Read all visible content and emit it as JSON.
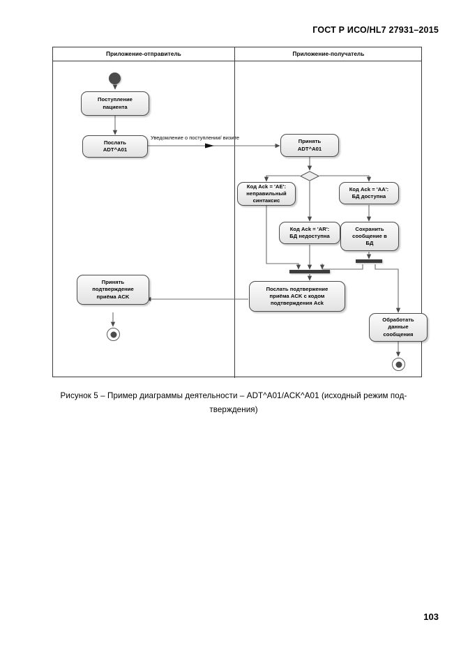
{
  "document": {
    "header": "ГОСТ Р ИСО/HL7 27931–2015",
    "page_number": "103"
  },
  "caption": {
    "line1": "Рисунок 5 – Пример диаграммы деятельности – ADT^A01/ACK^A01  (исходный режим под-",
    "line2": "тверждения)"
  },
  "diagram": {
    "type": "uml-activity-diagram",
    "lanes": [
      {
        "id": "sender",
        "title": "Приложение-отправитель"
      },
      {
        "id": "receiver",
        "title": "Приложение-получатель"
      }
    ],
    "flow_labels": [
      {
        "id": "notification",
        "text": "Уведомление о поступлении/ визите"
      }
    ],
    "nodes": [
      {
        "id": "start",
        "lane": "sender",
        "kind": "initial",
        "label": ""
      },
      {
        "id": "admit",
        "lane": "sender",
        "kind": "action",
        "lines": [
          "Поступление",
          "пациента"
        ]
      },
      {
        "id": "send-adt",
        "lane": "sender",
        "kind": "action",
        "lines": [
          "Послать",
          "ADT^A01"
        ]
      },
      {
        "id": "receive-adt",
        "lane": "receiver",
        "kind": "action",
        "lines": [
          "Принять",
          "ADT^A01"
        ]
      },
      {
        "id": "decision",
        "lane": "receiver",
        "kind": "decision",
        "label": ""
      },
      {
        "id": "ack-ae",
        "lane": "receiver",
        "kind": "action",
        "lines": [
          "Код Ack = 'AE':",
          "неправильный",
          "синтаксис"
        ]
      },
      {
        "id": "ack-aa",
        "lane": "receiver",
        "kind": "action",
        "lines": [
          "Код Ack = 'AA':",
          "БД доступна"
        ]
      },
      {
        "id": "ack-ar",
        "lane": "receiver",
        "kind": "action",
        "lines": [
          "Код Ack = 'AR':",
          "БД недоступна"
        ]
      },
      {
        "id": "store-msg",
        "lane": "receiver",
        "kind": "action",
        "lines": [
          "Сохранить",
          "сообщение в",
          "БД"
        ]
      },
      {
        "id": "fork-bar",
        "lane": "receiver",
        "kind": "fork",
        "label": ""
      },
      {
        "id": "join-bar",
        "lane": "receiver",
        "kind": "join",
        "label": ""
      },
      {
        "id": "send-ack",
        "lane": "receiver",
        "kind": "action",
        "lines": [
          "Послать подтвержение",
          "приёма ACK с кодом",
          "подтверждения Ack"
        ]
      },
      {
        "id": "process-msg",
        "lane": "receiver",
        "kind": "action",
        "lines": [
          "Обработать",
          "данные",
          "сообщения"
        ]
      },
      {
        "id": "receive-ack",
        "lane": "sender",
        "kind": "action",
        "lines": [
          "Принять",
          "подтверждение",
          "приёма ACK"
        ]
      },
      {
        "id": "end-sender",
        "lane": "sender",
        "kind": "final",
        "label": ""
      },
      {
        "id": "end-receiver",
        "lane": "receiver",
        "kind": "final",
        "label": ""
      }
    ],
    "colors": {
      "node_border": "#4a4a4a",
      "node_fill": "#f0f0f0",
      "marker": "#4b4b4b",
      "frame": "#3a3a3a",
      "connector": "#6b6b6b"
    }
  }
}
